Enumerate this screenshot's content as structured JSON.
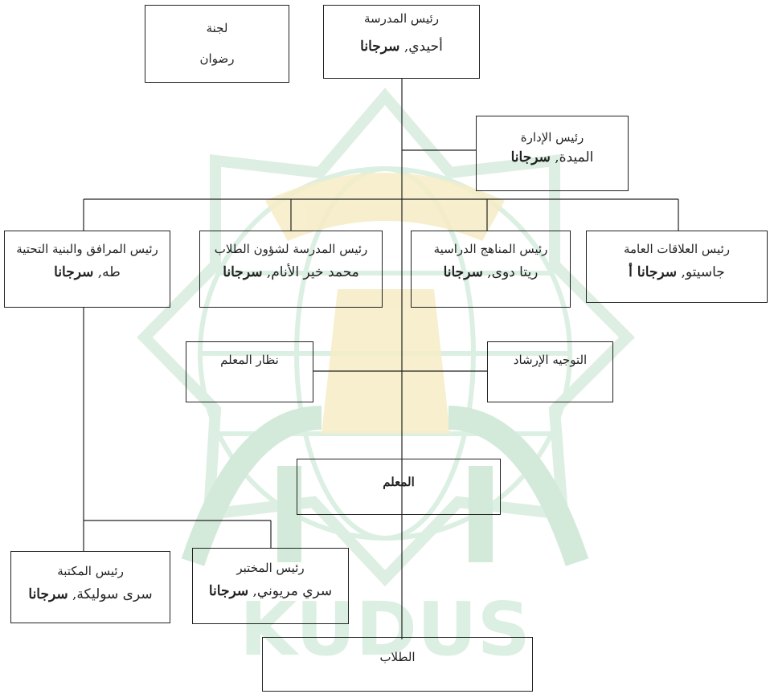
{
  "colors": {
    "line": "#222222",
    "watermark_green": "#cfe6d8",
    "watermark_gold": "#f3e6b8"
  },
  "watermark": {
    "text": "KUDUS"
  },
  "boxes": {
    "committee": {
      "title": "لجنة",
      "name": "رضوان"
    },
    "principal": {
      "title": "رئيس المدرسة",
      "name_plain": "أحيدي,",
      "name_bold": "سرجانا"
    },
    "admin": {
      "title": "رئيس الإدارة",
      "name_plain": "الميدة,",
      "name_bold": "سرجانا"
    },
    "facilities": {
      "title": "رئيس المرافق والبنية التحتية",
      "name_plain": "طه,",
      "name_bold": "سرجانا"
    },
    "student_affairs": {
      "title": "رئيس المدرسة لشؤون الطلاب",
      "name_plain": "محمد خير الأنام,",
      "name_bold": "سرجانا"
    },
    "curriculum": {
      "title": "رئيس المناهج الدراسية",
      "name_plain": "ريتا دوى,",
      "name_bold": "سرجانا"
    },
    "public_relations": {
      "title": "رئيس العلاقات العامة",
      "name_plain": "جاسيتو,",
      "name_bold": "سرجانا أ"
    },
    "teacher_supervisor": {
      "label": "نظار المعلم"
    },
    "counseling": {
      "label": "التوجيه الإرشاد"
    },
    "teacher": {
      "label": "المعلم"
    },
    "library": {
      "title": "رئيس المكتبة",
      "name_plain": "سرى سوليكة,",
      "name_bold": "سرجانا"
    },
    "lab": {
      "title": "رئيس المختبر",
      "name_plain": "سري مريوني,",
      "name_bold": "سرجانا"
    },
    "students": {
      "label": "الطلاب"
    }
  }
}
